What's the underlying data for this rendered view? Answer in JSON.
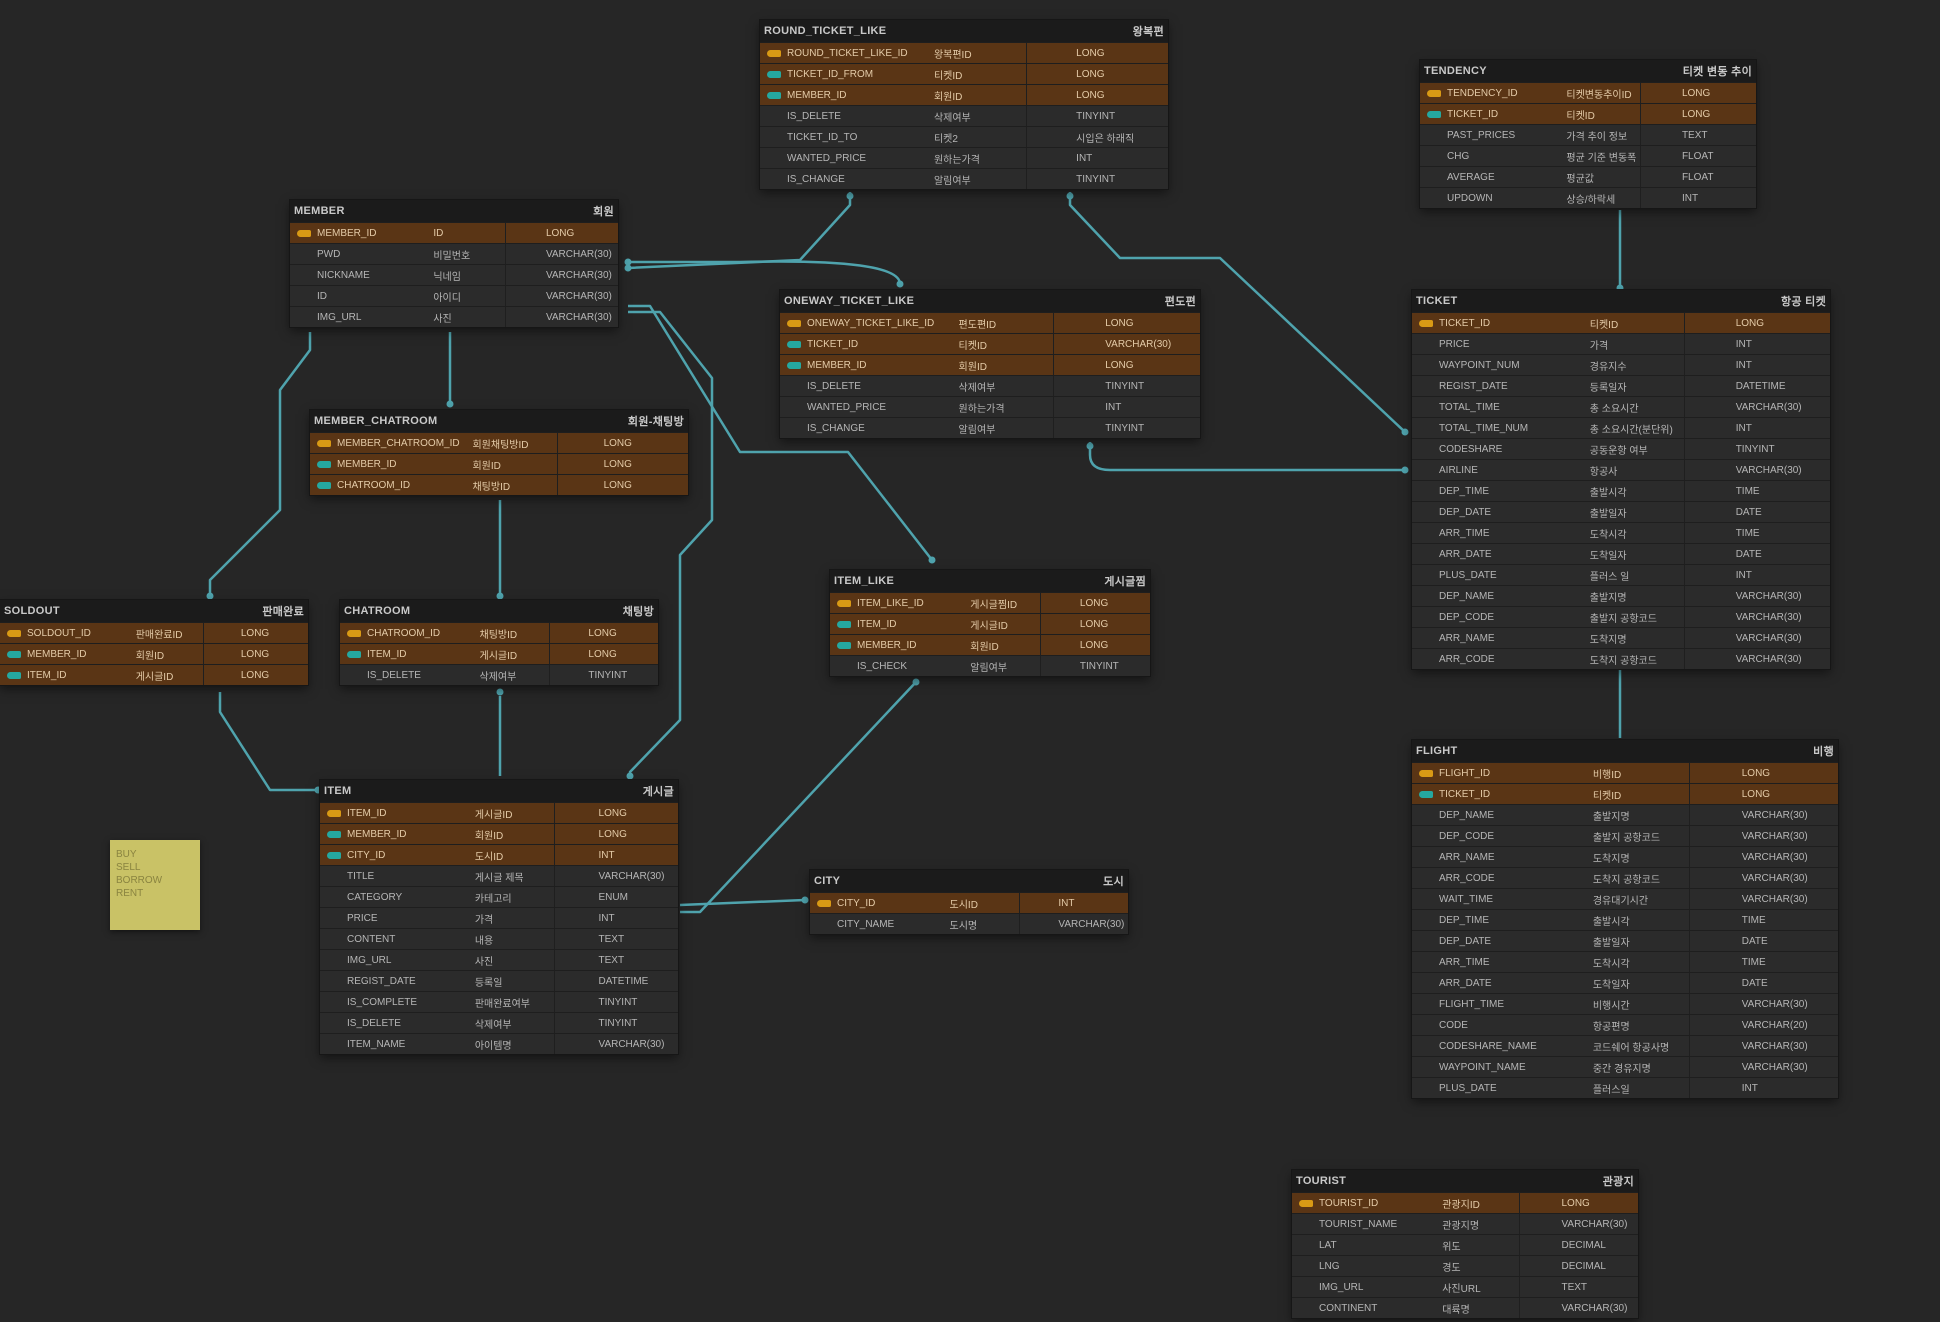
{
  "colors": {
    "background": "#262626",
    "link": "#4fa3ad",
    "pk_row": "#5a3515",
    "pk_icon": "#d99a15",
    "fk_icon": "#25a8a0",
    "note": "#c9c266"
  },
  "tables": {
    "round_ticket_like": {
      "name": "ROUND_TICKET_LIKE",
      "comment": "왕복편",
      "rows": [
        {
          "key": "pk",
          "col": "ROUND_TICKET_LIKE_ID",
          "desc": "왕복편ID",
          "type": "LONG"
        },
        {
          "key": "fk",
          "col": "TICKET_ID_FROM",
          "desc": "티켓ID",
          "type": "LONG"
        },
        {
          "key": "fk",
          "col": "MEMBER_ID",
          "desc": "회원ID",
          "type": "LONG"
        },
        {
          "key": "",
          "col": "IS_DELETE",
          "desc": "삭제여부",
          "type": "TINYINT"
        },
        {
          "key": "",
          "col": "TICKET_ID_TO",
          "desc": "티켓2",
          "type": "시입은 하래직"
        },
        {
          "key": "",
          "col": "WANTED_PRICE",
          "desc": "원하는가격",
          "type": "INT"
        },
        {
          "key": "",
          "col": "IS_CHANGE",
          "desc": "알림여부",
          "type": "TINYINT"
        }
      ]
    },
    "tendency": {
      "name": "TENDENCY",
      "comment": "티켓 변동 추이",
      "rows": [
        {
          "key": "pk",
          "col": "TENDENCY_ID",
          "desc": "티켓변동추이ID",
          "type": "LONG"
        },
        {
          "key": "fk",
          "col": "TICKET_ID",
          "desc": "티켓ID",
          "type": "LONG"
        },
        {
          "key": "",
          "col": "PAST_PRICES",
          "desc": "가격 추이 정보",
          "type": "TEXT"
        },
        {
          "key": "",
          "col": "CHG",
          "desc": "평균 기준 변동폭",
          "type": "FLOAT"
        },
        {
          "key": "",
          "col": "AVERAGE",
          "desc": "평균값",
          "type": "FLOAT"
        },
        {
          "key": "",
          "col": "UPDOWN",
          "desc": "상승/하락세",
          "type": "INT"
        }
      ]
    },
    "member": {
      "name": "MEMBER",
      "comment": "회원",
      "rows": [
        {
          "key": "pk",
          "col": "MEMBER_ID",
          "desc": "ID",
          "type": "LONG"
        },
        {
          "key": "",
          "col": "PWD",
          "desc": "비밀번호",
          "type": "VARCHAR(30)"
        },
        {
          "key": "",
          "col": "NICKNAME",
          "desc": "닉네임",
          "type": "VARCHAR(30)"
        },
        {
          "key": "",
          "col": "ID",
          "desc": "아이디",
          "type": "VARCHAR(30)"
        },
        {
          "key": "",
          "col": "IMG_URL",
          "desc": "사진",
          "type": "VARCHAR(30)"
        }
      ]
    },
    "oneway_ticket_like": {
      "name": "ONEWAY_TICKET_LIKE",
      "comment": "편도편",
      "rows": [
        {
          "key": "pk",
          "col": "ONEWAY_TICKET_LIKE_ID",
          "desc": "편도편ID",
          "type": "LONG"
        },
        {
          "key": "fk",
          "col": "TICKET_ID",
          "desc": "티켓ID",
          "type": "VARCHAR(30)"
        },
        {
          "key": "fk",
          "col": "MEMBER_ID",
          "desc": "회원ID",
          "type": "LONG"
        },
        {
          "key": "",
          "col": "IS_DELETE",
          "desc": "삭제여부",
          "type": "TINYINT"
        },
        {
          "key": "",
          "col": "WANTED_PRICE",
          "desc": "원하는가격",
          "type": "INT"
        },
        {
          "key": "",
          "col": "IS_CHANGE",
          "desc": "알림여부",
          "type": "TINYINT"
        }
      ]
    },
    "ticket": {
      "name": "TICKET",
      "comment": "항공 티켓",
      "rows": [
        {
          "key": "pk",
          "col": "TICKET_ID",
          "desc": "티켓ID",
          "type": "LONG"
        },
        {
          "key": "",
          "col": "PRICE",
          "desc": "가격",
          "type": "INT"
        },
        {
          "key": "",
          "col": "WAYPOINT_NUM",
          "desc": "경유지수",
          "type": "INT"
        },
        {
          "key": "",
          "col": "REGIST_DATE",
          "desc": "등록일자",
          "type": "DATETIME"
        },
        {
          "key": "",
          "col": "TOTAL_TIME",
          "desc": "총 소요시간",
          "type": "VARCHAR(30)"
        },
        {
          "key": "",
          "col": "TOTAL_TIME_NUM",
          "desc": "총 소요시간(분단위)",
          "type": "INT"
        },
        {
          "key": "",
          "col": "CODESHARE",
          "desc": "공동운항 여부",
          "type": "TINYINT"
        },
        {
          "key": "",
          "col": "AIRLINE",
          "desc": "항공사",
          "type": "VARCHAR(30)"
        },
        {
          "key": "",
          "col": "DEP_TIME",
          "desc": "출발시각",
          "type": "TIME"
        },
        {
          "key": "",
          "col": "DEP_DATE",
          "desc": "출발일자",
          "type": "DATE"
        },
        {
          "key": "",
          "col": "ARR_TIME",
          "desc": "도착시각",
          "type": "TIME"
        },
        {
          "key": "",
          "col": "ARR_DATE",
          "desc": "도착일자",
          "type": "DATE"
        },
        {
          "key": "",
          "col": "PLUS_DATE",
          "desc": "플러스 일",
          "type": "INT"
        },
        {
          "key": "",
          "col": "DEP_NAME",
          "desc": "출발지명",
          "type": "VARCHAR(30)"
        },
        {
          "key": "",
          "col": "DEP_CODE",
          "desc": "출발지 공항코드",
          "type": "VARCHAR(30)"
        },
        {
          "key": "",
          "col": "ARR_NAME",
          "desc": "도착지명",
          "type": "VARCHAR(30)"
        },
        {
          "key": "",
          "col": "ARR_CODE",
          "desc": "도착지 공항코드",
          "type": "VARCHAR(30)"
        }
      ]
    },
    "member_chatroom": {
      "name": "MEMBER_CHATROOM",
      "comment": "회원-채팅방",
      "rows": [
        {
          "key": "pk",
          "col": "MEMBER_CHATROOM_ID",
          "desc": "회원채팅방ID",
          "type": "LONG"
        },
        {
          "key": "fk",
          "col": "MEMBER_ID",
          "desc": "회원ID",
          "type": "LONG"
        },
        {
          "key": "fk",
          "col": "CHATROOM_ID",
          "desc": "채팅방ID",
          "type": "LONG"
        }
      ]
    },
    "soldout": {
      "name": "SOLDOUT",
      "comment": "판매완료",
      "rows": [
        {
          "key": "pk",
          "col": "SOLDOUT_ID",
          "desc": "판매완료ID",
          "type": "LONG"
        },
        {
          "key": "fk",
          "col": "MEMBER_ID",
          "desc": "회원ID",
          "type": "LONG"
        },
        {
          "key": "fk",
          "col": "ITEM_ID",
          "desc": "게시글ID",
          "type": "LONG"
        }
      ]
    },
    "chatroom": {
      "name": "CHATROOM",
      "comment": "채팅방",
      "rows": [
        {
          "key": "pk",
          "col": "CHATROOM_ID",
          "desc": "채팅방ID",
          "type": "LONG"
        },
        {
          "key": "fk",
          "col": "ITEM_ID",
          "desc": "게시글ID",
          "type": "LONG"
        },
        {
          "key": "",
          "col": "IS_DELETE",
          "desc": "삭제여부",
          "type": "TINYINT"
        }
      ]
    },
    "item_like": {
      "name": "ITEM_LIKE",
      "comment": "게시글찜",
      "rows": [
        {
          "key": "pk",
          "col": "ITEM_LIKE_ID",
          "desc": "게시글찜ID",
          "type": "LONG"
        },
        {
          "key": "fk",
          "col": "ITEM_ID",
          "desc": "게시글ID",
          "type": "LONG"
        },
        {
          "key": "fk",
          "col": "MEMBER_ID",
          "desc": "회원ID",
          "type": "LONG"
        },
        {
          "key": "",
          "col": "IS_CHECK",
          "desc": "알림여부",
          "type": "TINYINT"
        }
      ]
    },
    "flight": {
      "name": "FLIGHT",
      "comment": "비행",
      "rows": [
        {
          "key": "pk",
          "col": "FLIGHT_ID",
          "desc": "비행ID",
          "type": "LONG"
        },
        {
          "key": "fk",
          "col": "TICKET_ID",
          "desc": "티켓ID",
          "type": "LONG"
        },
        {
          "key": "",
          "col": "DEP_NAME",
          "desc": "출발지명",
          "type": "VARCHAR(30)"
        },
        {
          "key": "",
          "col": "DEP_CODE",
          "desc": "출발지 공항코드",
          "type": "VARCHAR(30)"
        },
        {
          "key": "",
          "col": "ARR_NAME",
          "desc": "도착지명",
          "type": "VARCHAR(30)"
        },
        {
          "key": "",
          "col": "ARR_CODE",
          "desc": "도착지 공항코드",
          "type": "VARCHAR(30)"
        },
        {
          "key": "",
          "col": "WAIT_TIME",
          "desc": "경유대기시간",
          "type": "VARCHAR(30)"
        },
        {
          "key": "",
          "col": "DEP_TIME",
          "desc": "출발시각",
          "type": "TIME"
        },
        {
          "key": "",
          "col": "DEP_DATE",
          "desc": "출발일자",
          "type": "DATE"
        },
        {
          "key": "",
          "col": "ARR_TIME",
          "desc": "도착시각",
          "type": "TIME"
        },
        {
          "key": "",
          "col": "ARR_DATE",
          "desc": "도착일자",
          "type": "DATE"
        },
        {
          "key": "",
          "col": "FLIGHT_TIME",
          "desc": "비행시간",
          "type": "VARCHAR(30)"
        },
        {
          "key": "",
          "col": "CODE",
          "desc": "항공편명",
          "type": "VARCHAR(20)"
        },
        {
          "key": "",
          "col": "CODESHARE_NAME",
          "desc": "코드쉐어 항공사명",
          "type": "VARCHAR(30)"
        },
        {
          "key": "",
          "col": "WAYPOINT_NAME",
          "desc": "중간 경유지명",
          "type": "VARCHAR(30)"
        },
        {
          "key": "",
          "col": "PLUS_DATE",
          "desc": "플러스일",
          "type": "INT"
        }
      ]
    },
    "item": {
      "name": "ITEM",
      "comment": "게시글",
      "rows": [
        {
          "key": "pk",
          "col": "ITEM_ID",
          "desc": "게시글ID",
          "type": "LONG"
        },
        {
          "key": "fk",
          "col": "MEMBER_ID",
          "desc": "회원ID",
          "type": "LONG"
        },
        {
          "key": "fk",
          "col": "CITY_ID",
          "desc": "도시ID",
          "type": "INT"
        },
        {
          "key": "",
          "col": "TITLE",
          "desc": "게시글 제목",
          "type": "VARCHAR(30)"
        },
        {
          "key": "",
          "col": "CATEGORY",
          "desc": "카테고리",
          "type": "ENUM"
        },
        {
          "key": "",
          "col": "PRICE",
          "desc": "가격",
          "type": "INT"
        },
        {
          "key": "",
          "col": "CONTENT",
          "desc": "내용",
          "type": "TEXT"
        },
        {
          "key": "",
          "col": "IMG_URL",
          "desc": "사진",
          "type": "TEXT"
        },
        {
          "key": "",
          "col": "REGIST_DATE",
          "desc": "등록일",
          "type": "DATETIME"
        },
        {
          "key": "",
          "col": "IS_COMPLETE",
          "desc": "판매완료여부",
          "type": "TINYINT"
        },
        {
          "key": "",
          "col": "IS_DELETE",
          "desc": "삭제여부",
          "type": "TINYINT"
        },
        {
          "key": "",
          "col": "ITEM_NAME",
          "desc": "아이템명",
          "type": "VARCHAR(30)"
        }
      ]
    },
    "city": {
      "name": "CITY",
      "comment": "도시",
      "rows": [
        {
          "key": "pk",
          "col": "CITY_ID",
          "desc": "도시ID",
          "type": "INT"
        },
        {
          "key": "",
          "col": "CITY_NAME",
          "desc": "도시명",
          "type": "VARCHAR(30)"
        }
      ]
    },
    "tourist": {
      "name": "TOURIST",
      "comment": "관광지",
      "rows": [
        {
          "key": "pk",
          "col": "TOURIST_ID",
          "desc": "관광지ID",
          "type": "LONG"
        },
        {
          "key": "",
          "col": "TOURIST_NAME",
          "desc": "관광지명",
          "type": "VARCHAR(30)"
        },
        {
          "key": "",
          "col": "LAT",
          "desc": "위도",
          "type": "DECIMAL"
        },
        {
          "key": "",
          "col": "LNG",
          "desc": "경도",
          "type": "DECIMAL"
        },
        {
          "key": "",
          "col": "IMG_URL",
          "desc": "사진URL",
          "type": "TEXT"
        },
        {
          "key": "",
          "col": "CONTINENT",
          "desc": "대륙명",
          "type": "VARCHAR(30)"
        }
      ]
    }
  },
  "note": {
    "lines": [
      "BUY",
      "SELL",
      "BORROW",
      "RENT"
    ]
  }
}
